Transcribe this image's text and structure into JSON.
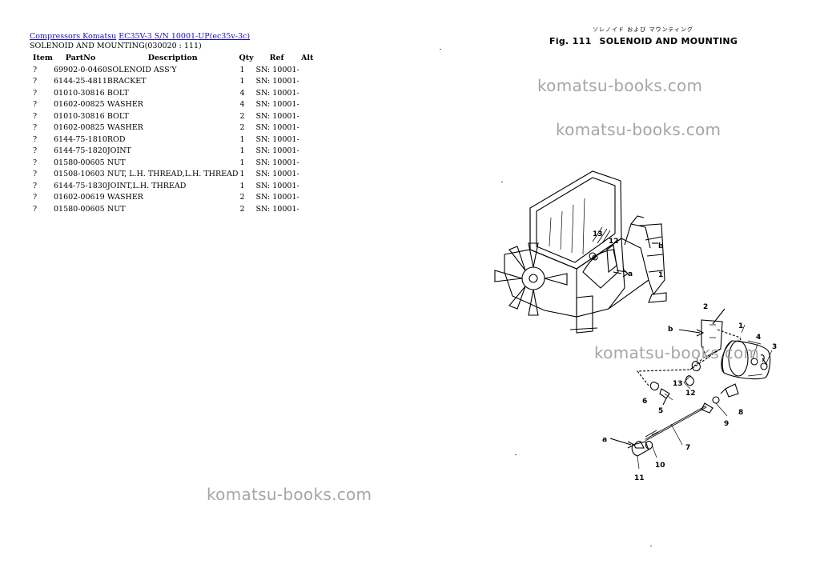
{
  "breadcrumb": {
    "link1": "Compressors Komatsu",
    "link2": "EC35V-3 S/N 10001-UP(ec35v-3c)"
  },
  "subtitle": "SOLENOID AND MOUNTING(030020 : 111)",
  "table": {
    "headers": [
      "Item",
      "PartNo",
      "Description",
      "Qty",
      "Ref",
      "Alt"
    ],
    "rows": [
      [
        "?",
        "69902-0-0460",
        "SOLENOID ASS'Y",
        "1",
        "SN: 10001-",
        ""
      ],
      [
        "?",
        "6144-25-4811",
        "BRACKET",
        "1",
        "SN: 10001-",
        ""
      ],
      [
        "?",
        "01010-30816",
        "BOLT",
        "4",
        "SN: 10001-",
        ""
      ],
      [
        "?",
        "01602-00825",
        "WASHER",
        "4",
        "SN: 10001-",
        ""
      ],
      [
        "?",
        "01010-30816",
        "BOLT",
        "2",
        "SN: 10001-",
        ""
      ],
      [
        "?",
        "01602-00825",
        "WASHER",
        "2",
        "SN: 10001-",
        ""
      ],
      [
        "?",
        "6144-75-1810",
        "ROD",
        "1",
        "SN: 10001-",
        ""
      ],
      [
        "?",
        "6144-75-1820",
        "JOINT",
        "1",
        "SN: 10001-",
        ""
      ],
      [
        "?",
        "01580-00605",
        "NUT",
        "1",
        "SN: 10001-",
        ""
      ],
      [
        "?",
        "01508-10603",
        "NUT, L.H. THREAD,L.H. THREAD",
        "1",
        "SN: 10001-",
        ""
      ],
      [
        "?",
        "6144-75-1830",
        "JOINT,L.H. THREAD",
        "1",
        "SN: 10001-",
        ""
      ],
      [
        "?",
        "01602-00619",
        "WASHER",
        "2",
        "SN: 10001-",
        ""
      ],
      [
        "?",
        "01580-00605",
        "NUT",
        "2",
        "SN: 10001-",
        ""
      ]
    ]
  },
  "figure": {
    "jp_title": "ソレノイド および マウンティング",
    "number": "Fig. 111",
    "name": "SOLENOID AND MOUNTING",
    "callouts": [
      "1",
      "2",
      "3",
      "4",
      "5",
      "6",
      "7",
      "8",
      "9",
      "10",
      "11",
      "12",
      "13",
      "a",
      "b"
    ]
  },
  "watermark": "komatsu-books.com",
  "colors": {
    "link": "#1a0dab",
    "watermark": "#a6a6a6"
  }
}
